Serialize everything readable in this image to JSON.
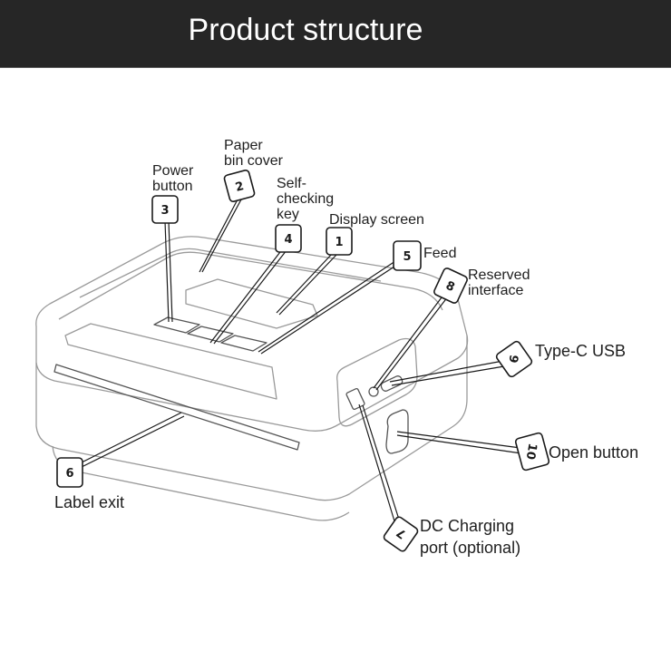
{
  "header": {
    "title": "Product structure",
    "background": "#262626"
  },
  "callouts": [
    {
      "number": "1",
      "label": "Display screen"
    },
    {
      "number": "2",
      "label": "Paper\nbin cover"
    },
    {
      "number": "3",
      "label": "Power\nbutton"
    },
    {
      "number": "4",
      "label": "Self-\nchecking\nkey"
    },
    {
      "number": "5",
      "label": "Feed"
    },
    {
      "number": "6",
      "label": "Label exit"
    },
    {
      "number": "7",
      "label": "DC Charging\nport (optional)"
    },
    {
      "number": "8",
      "label": "Reserved\ninterface"
    },
    {
      "number": "9",
      "label": "Type-C USB"
    },
    {
      "number": "10",
      "label": "Open button"
    }
  ]
}
